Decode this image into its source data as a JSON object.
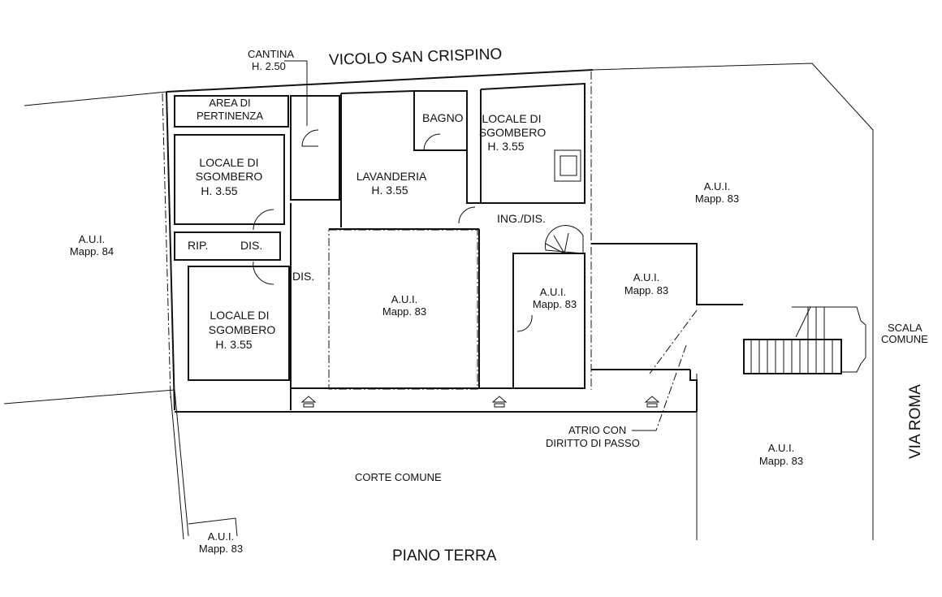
{
  "streets": {
    "north": "VICOLO SAN CRISPINO",
    "east": "VIA ROMA"
  },
  "title": "PIANO TERRA",
  "rooms": {
    "cantina": {
      "name": "CANTINA",
      "height": "H. 2.50"
    },
    "area_pertinenza": {
      "line1": "AREA DI",
      "line2": "PERTINENZA"
    },
    "sgombero_top_left": {
      "line1": "LOCALE DI",
      "line2": "SGOMBERO",
      "height": "H. 3.55"
    },
    "sgombero_bottom_left": {
      "line1": "LOCALE DI",
      "line2": "SGOMBERO",
      "height": "H. 3.55"
    },
    "sgombero_right": {
      "line1": "LOCALE DI",
      "line2": "SGOMBERO",
      "height": "H. 3.55"
    },
    "rip": "RIP.",
    "dis_1": "DIS.",
    "dis_2": "DIS.",
    "bagno": "BAGNO",
    "lavanderia": {
      "name": "LAVANDERIA",
      "height": "H. 3.55"
    },
    "ing_dis": "ING./DIS."
  },
  "parcels": {
    "west": {
      "line1": "A.U.I.",
      "line2": "Mapp. 84"
    },
    "north_east": {
      "line1": "A.U.I.",
      "line2": "Mapp. 83"
    },
    "center": {
      "line1": "A.U.I.",
      "line2": "Mapp. 83"
    },
    "center_small": {
      "line1": "A.U.I.",
      "line2": "Mapp. 83"
    },
    "east_room": {
      "line1": "A.U.I.",
      "line2": "Mapp. 83"
    },
    "south_east": {
      "line1": "A.U.I.",
      "line2": "Mapp. 83"
    },
    "south_west": {
      "line1": "A.U.I.",
      "line2": "Mapp. 83"
    }
  },
  "corte": "CORTE COMUNE",
  "atrio": {
    "line1": "ATRIO CON",
    "line2": "DIRITTO DI PASSO"
  },
  "scala": {
    "line1": "SCALA",
    "line2": "COMUNE"
  }
}
